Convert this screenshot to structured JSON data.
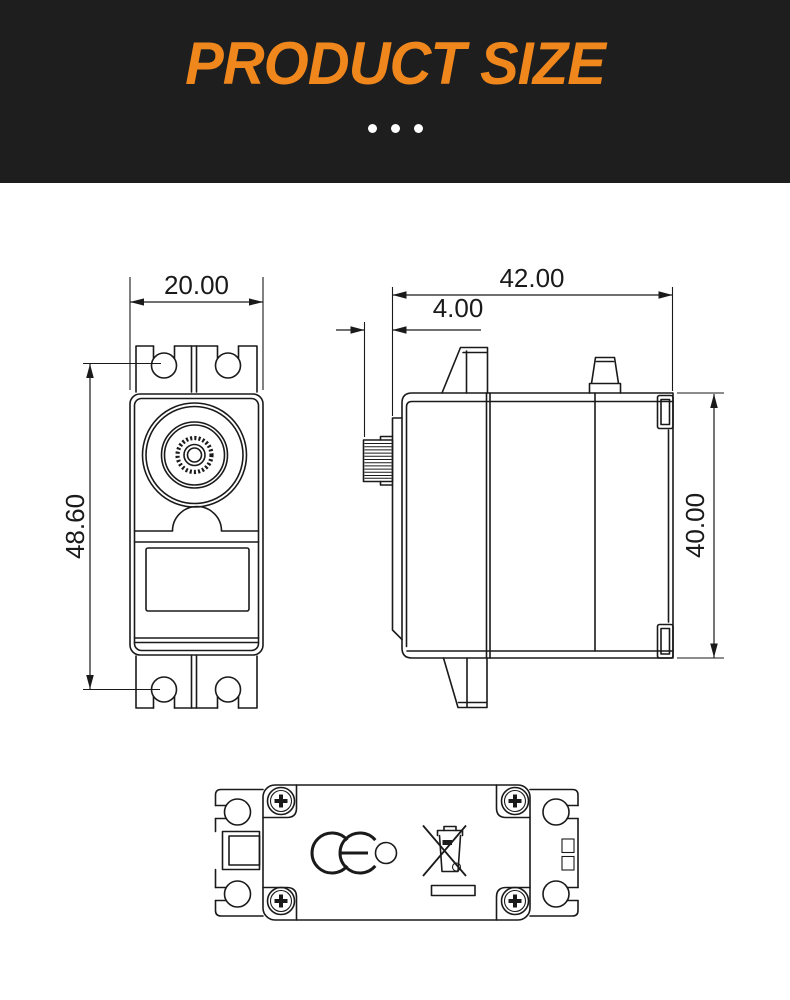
{
  "header": {
    "title": "PRODUCT SIZE",
    "background_color": "#1e1e1f",
    "title_color": "#f0871c",
    "dots_count": 3,
    "dots_color": "#ffffff"
  },
  "drawing": {
    "line_color": "#1a1a1a",
    "background_color": "#ffffff"
  },
  "views": {
    "front": {
      "label": "front-view",
      "width_dim": "20.00",
      "height_dim": "48.60"
    },
    "side": {
      "label": "side-view",
      "length_dim": "42.00",
      "spline_dim": "4.00",
      "height_dim": "40.00"
    },
    "bottom": {
      "label": "bottom-view",
      "icons": {
        "ce": "ce-marking",
        "weee": "weee-crossed-out-wheelie-bin",
        "screws": "phillips-screw",
        "dot": "round-marker"
      }
    }
  }
}
